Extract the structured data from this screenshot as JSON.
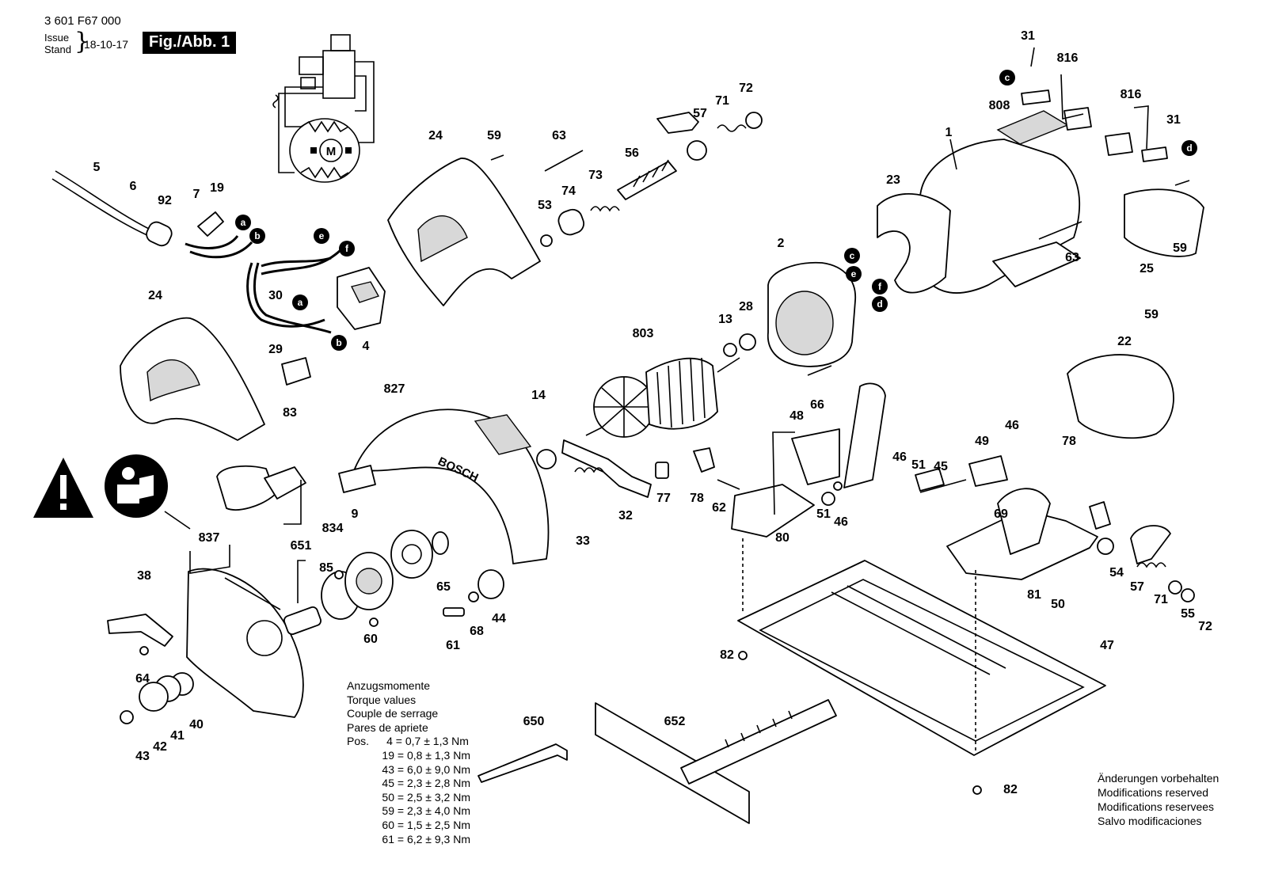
{
  "header": {
    "doc_number": "3 601 F67 000",
    "issue_label": "Issue",
    "stand_label": "Stand",
    "issue_date": "18-10-17",
    "figure_label": "Fig./Abb. 1"
  },
  "torque_table": {
    "title_lines": [
      "Anzugsmomente",
      "Torque values",
      "Couple de serrage",
      "Pares de apriete"
    ],
    "pos_label": "Pos.",
    "rows": [
      {
        "pos": "4",
        "value": "= 0,7 ± 1,3 Nm"
      },
      {
        "pos": "19",
        "value": "= 0,8 ± 1,3 Nm"
      },
      {
        "pos": "43",
        "value": "= 6,0 ± 9,0 Nm"
      },
      {
        "pos": "45",
        "value": "= 2,3 ± 2,8 Nm"
      },
      {
        "pos": "50",
        "value": "= 2,5 ± 3,2 Nm"
      },
      {
        "pos": "59",
        "value": "= 2,3 ± 4,0 Nm"
      },
      {
        "pos": "60",
        "value": "= 1,5 ± 2,5 Nm"
      },
      {
        "pos": "61",
        "value": "= 6,2 ± 9,3 Nm"
      }
    ]
  },
  "notes": [
    "Änderungen vorbehalten",
    "Modifications reserved",
    "Modifications reservees",
    "Salvo modificaciones"
  ],
  "blade_guard_text": "BOSCH",
  "motor_symbol": "M",
  "wire_badges": [
    "a",
    "b",
    "c",
    "d",
    "e",
    "f"
  ],
  "callouts": [
    "31",
    "816",
    "808",
    "1",
    "23",
    "816",
    "31",
    "59",
    "25",
    "63",
    "72",
    "71",
    "57",
    "56",
    "73",
    "74",
    "53",
    "63",
    "59",
    "24",
    "5",
    "6",
    "92",
    "7",
    "19",
    "30",
    "29",
    "4",
    "83",
    "24",
    "2",
    "13",
    "28",
    "803",
    "66",
    "14",
    "32",
    "33",
    "77",
    "78",
    "62",
    "48",
    "80",
    "51",
    "46",
    "46",
    "51",
    "45",
    "49",
    "46",
    "78",
    "69",
    "59",
    "22",
    "827",
    "837",
    "651",
    "9",
    "834",
    "85",
    "60",
    "65",
    "61",
    "68",
    "44",
    "38",
    "64",
    "43",
    "42",
    "41",
    "40",
    "54",
    "57",
    "71",
    "55",
    "72",
    "81",
    "50",
    "47",
    "82",
    "82",
    "650",
    "652"
  ],
  "colors": {
    "ink": "#000000",
    "paper": "#ffffff",
    "shade": "#d8d8d8"
  }
}
